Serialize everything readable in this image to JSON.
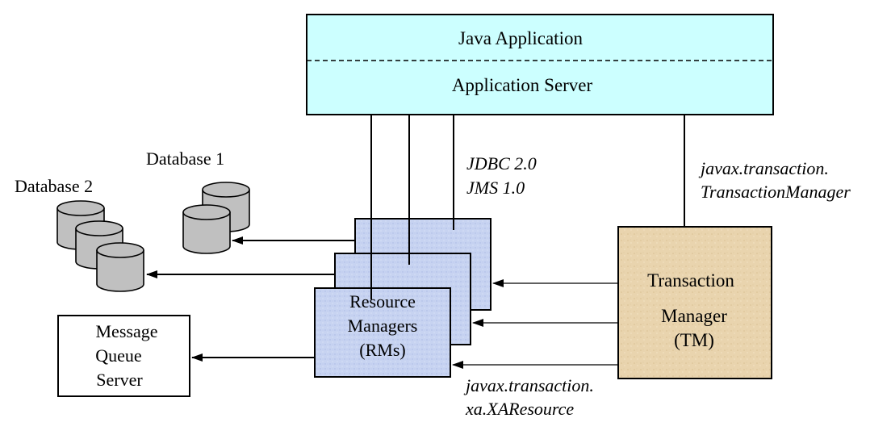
{
  "app_box": {
    "top_label": "Java Application",
    "bottom_label": "Application  Server"
  },
  "api_labels": {
    "jdbc": "JDBC 2.0",
    "jms": "JMS 1.0",
    "tm_line1": "javax.transaction.",
    "tm_line2": "TransactionManager",
    "xa_line1": "javax.transaction.",
    "xa_line2": "xa.XAResource"
  },
  "databases": {
    "db1": "Database 1",
    "db2": "Database 2"
  },
  "resource_managers": {
    "line1": "Resource",
    "line2": "Managers",
    "line3": "(RMs)"
  },
  "message_queue": {
    "line1": "Message",
    "line2": "Queue",
    "line3": "Server"
  },
  "transaction_manager": {
    "line1": "Transaction",
    "line2": "Manager",
    "line3": "(TM)"
  },
  "colors": {
    "app_fill": "#ccffff",
    "rm_fill": "#c7d3f1",
    "tm_fill": "#e9d4ae",
    "db_fill": "#c0c0c0"
  }
}
